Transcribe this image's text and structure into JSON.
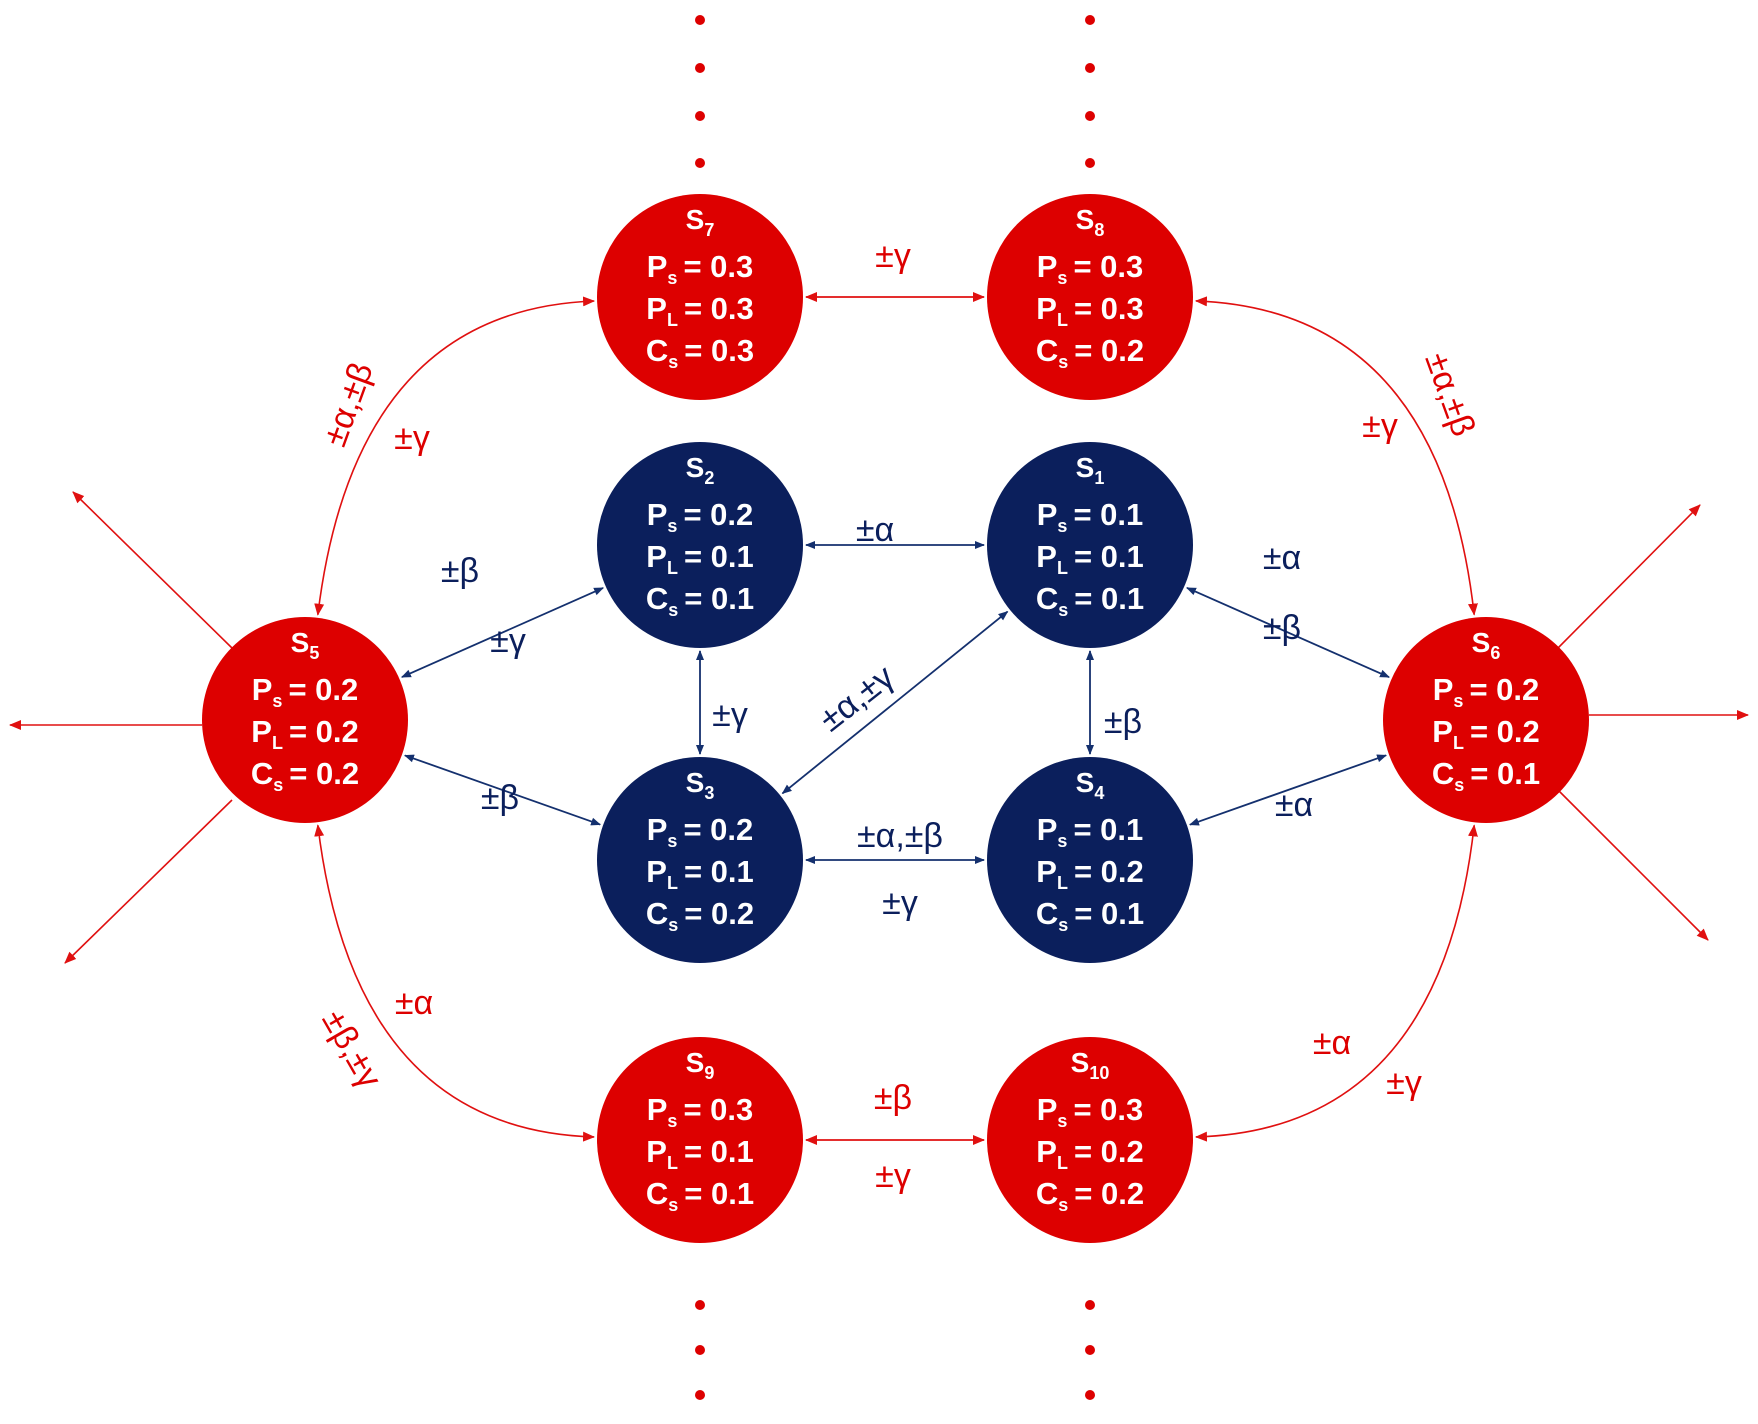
{
  "colors": {
    "blue": "#0b1f5c",
    "red": "#dd0000",
    "blue_line": "#14306e",
    "red_line": "#e01010",
    "text": "#ffffff"
  },
  "nodes": [
    {
      "id": "s1",
      "name": "S",
      "sub": "1",
      "tone": "blue",
      "rows": [
        [
          "P",
          "s",
          "= 0.1"
        ],
        [
          "P",
          "L",
          "= 0.1"
        ],
        [
          "C",
          "s",
          "= 0.1"
        ]
      ]
    },
    {
      "id": "s2",
      "name": "S",
      "sub": "2",
      "tone": "blue",
      "rows": [
        [
          "P",
          "s",
          "= 0.2"
        ],
        [
          "P",
          "L",
          "= 0.1"
        ],
        [
          "C",
          "s",
          "= 0.1"
        ]
      ]
    },
    {
      "id": "s3",
      "name": "S",
      "sub": "3",
      "tone": "blue",
      "rows": [
        [
          "P",
          "s",
          "= 0.2"
        ],
        [
          "P",
          "L",
          "= 0.1"
        ],
        [
          "C",
          "s",
          "= 0.2"
        ]
      ]
    },
    {
      "id": "s4",
      "name": "S",
      "sub": "4",
      "tone": "blue",
      "rows": [
        [
          "P",
          "s",
          "= 0.1"
        ],
        [
          "P",
          "L",
          "= 0.2"
        ],
        [
          "C",
          "s",
          "= 0.1"
        ]
      ]
    },
    {
      "id": "s5",
      "name": "S",
      "sub": "5",
      "tone": "red",
      "rows": [
        [
          "P",
          "s",
          "= 0.2"
        ],
        [
          "P",
          "L",
          "= 0.2"
        ],
        [
          "C",
          "s",
          "= 0.2"
        ]
      ]
    },
    {
      "id": "s6",
      "name": "S",
      "sub": "6",
      "tone": "red",
      "rows": [
        [
          "P",
          "s",
          "= 0.2"
        ],
        [
          "P",
          "L",
          "= 0.2"
        ],
        [
          "C",
          "s",
          "= 0.1"
        ]
      ]
    },
    {
      "id": "s7",
      "name": "S",
      "sub": "7",
      "tone": "red",
      "rows": [
        [
          "P",
          "s",
          "= 0.3"
        ],
        [
          "P",
          "L",
          "= 0.3"
        ],
        [
          "C",
          "s",
          "= 0.3"
        ]
      ]
    },
    {
      "id": "s8",
      "name": "S",
      "sub": "8",
      "tone": "red",
      "rows": [
        [
          "P",
          "s",
          "= 0.3"
        ],
        [
          "P",
          "L",
          "= 0.3"
        ],
        [
          "C",
          "s",
          "= 0.2"
        ]
      ]
    },
    {
      "id": "s9",
      "name": "S",
      "sub": "9",
      "tone": "red",
      "rows": [
        [
          "P",
          "s",
          "= 0.3"
        ],
        [
          "P",
          "L",
          "= 0.1"
        ],
        [
          "C",
          "s",
          "= 0.1"
        ]
      ]
    },
    {
      "id": "s10",
      "name": "S",
      "sub": "10",
      "tone": "red",
      "rows": [
        [
          "P",
          "s",
          "= 0.3"
        ],
        [
          "P",
          "L",
          "= 0.2"
        ],
        [
          "C",
          "s",
          "= 0.2"
        ]
      ]
    }
  ],
  "edges": [
    {
      "id": "s2-s1",
      "from": "s2",
      "to": "s1",
      "tone": "blue",
      "labels": [
        "±α"
      ]
    },
    {
      "id": "s1-s6",
      "from": "s1",
      "to": "s6",
      "tone": "blue",
      "labels": [
        "±α",
        "±β"
      ]
    },
    {
      "id": "s1-s4",
      "from": "s1",
      "to": "s4",
      "tone": "blue",
      "labels": [
        "±β"
      ]
    },
    {
      "id": "s3-s1",
      "from": "s3",
      "to": "s1",
      "tone": "blue",
      "labels": [
        "±α,±γ"
      ]
    },
    {
      "id": "s2-s3",
      "from": "s2",
      "to": "s3",
      "tone": "blue",
      "labels": [
        "±γ"
      ]
    },
    {
      "id": "s5-s2",
      "from": "s5",
      "to": "s2",
      "tone": "blue",
      "labels": [
        "±β",
        "±γ"
      ]
    },
    {
      "id": "s5-s3",
      "from": "s5",
      "to": "s3",
      "tone": "blue",
      "labels": [
        "±β"
      ]
    },
    {
      "id": "s3-s4",
      "from": "s3",
      "to": "s4",
      "tone": "blue",
      "labels": [
        "±α,±β",
        "±γ"
      ]
    },
    {
      "id": "s4-s6",
      "from": "s4",
      "to": "s6",
      "tone": "blue",
      "labels": [
        "±α"
      ]
    },
    {
      "id": "s7-s8",
      "from": "s7",
      "to": "s8",
      "tone": "red",
      "labels": [
        "±γ"
      ]
    },
    {
      "id": "s9-s10",
      "from": "s9",
      "to": "s10",
      "tone": "red",
      "labels": [
        "±β",
        "±γ"
      ]
    },
    {
      "id": "s5-s7",
      "from": "s5",
      "to": "s7",
      "tone": "red",
      "labels": [
        "±α,±β",
        "±γ"
      ]
    },
    {
      "id": "s8-s6",
      "from": "s8",
      "to": "s6",
      "tone": "red",
      "labels": [
        "±α,±β",
        "±γ"
      ]
    },
    {
      "id": "s5-s9",
      "from": "s5",
      "to": "s9",
      "tone": "red",
      "labels": [
        "±β,±γ",
        "±α"
      ]
    },
    {
      "id": "s10-s6",
      "from": "s10",
      "to": "s6",
      "tone": "red",
      "labels": [
        "±α",
        "±γ"
      ]
    }
  ],
  "continuation": {
    "outgoing_arrow_count": 6,
    "dotted_column_count": 4
  }
}
